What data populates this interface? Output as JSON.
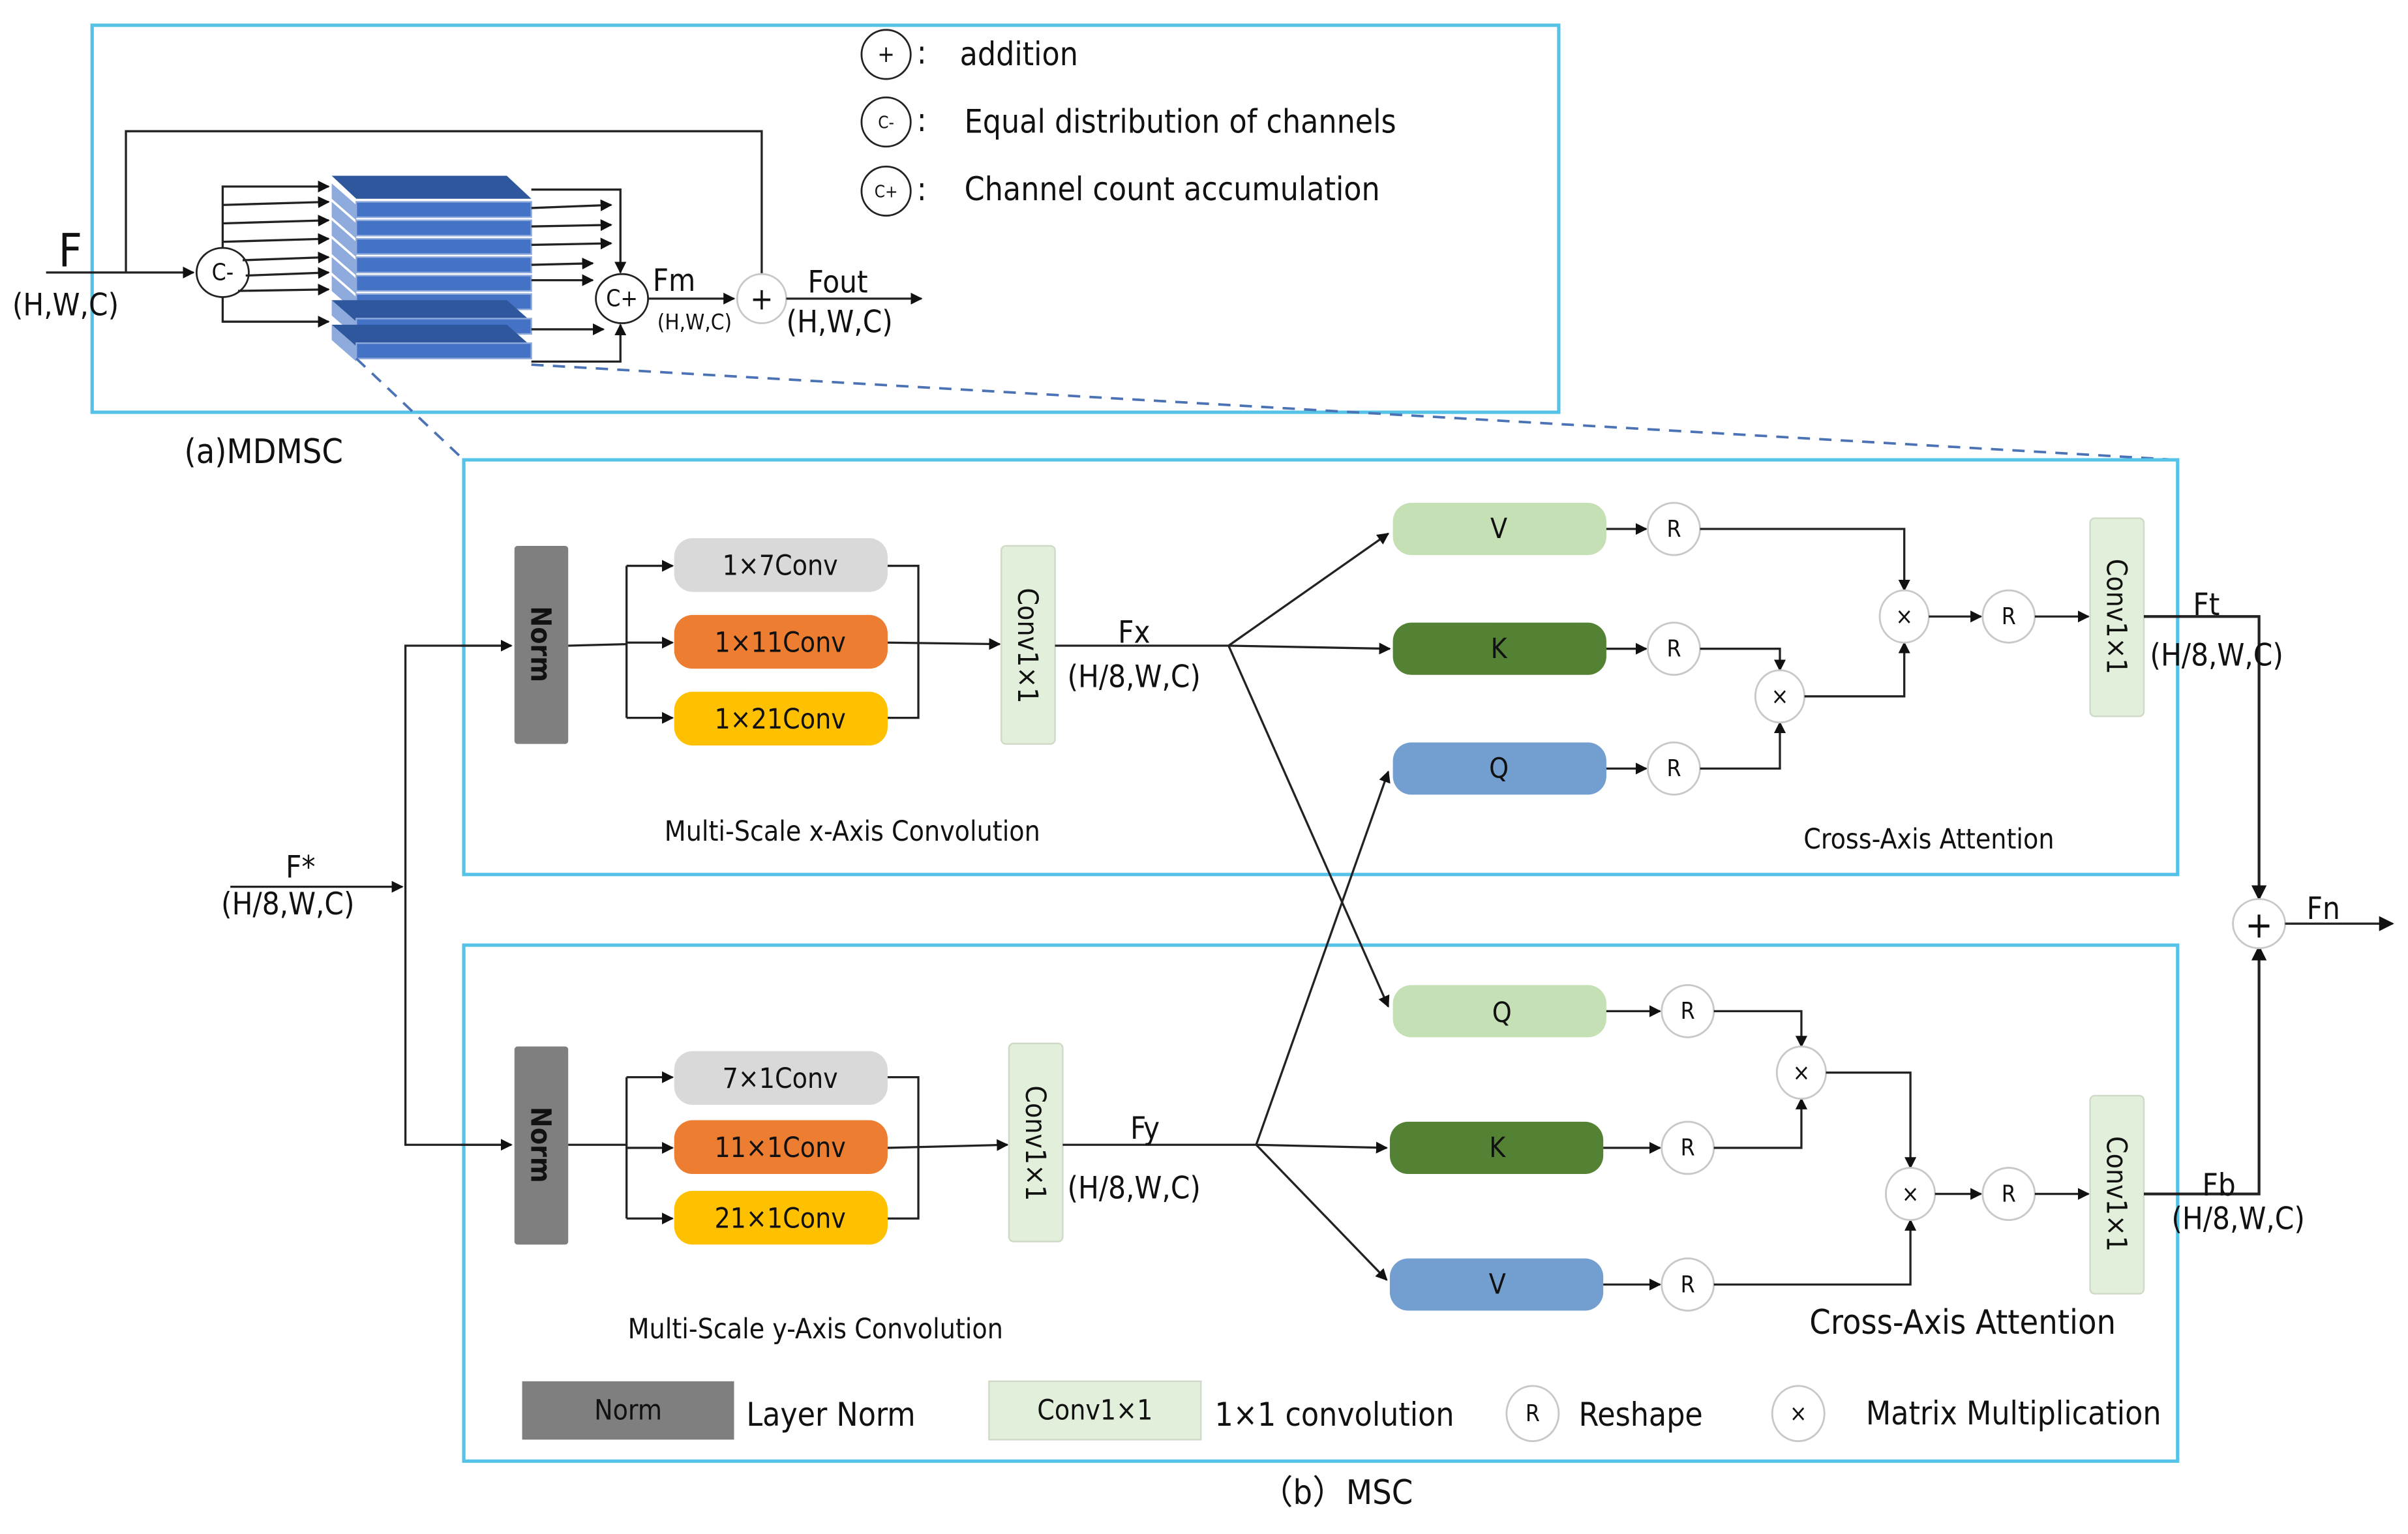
{
  "colors": {
    "frame": "#55c3e8",
    "norm": "#7f7f7f",
    "conv1x1": "#e2efda",
    "conv_small": "#d9d9d9",
    "conv_mid": "#ed7d31",
    "conv_large": "#ffc000",
    "v_top": "#c5e0b4",
    "k": "#548235",
    "q_top": "#729fcf",
    "stack_dark": "#2f579e",
    "stack_light": "#4472c4",
    "stack_side": "#8faadc",
    "dashed": "#4a72b5"
  },
  "mdmsc": {
    "caption": "(a)MDMSC",
    "input_label": "F",
    "input_shape": "(H,W,C)",
    "split_symbol": "C-",
    "merge_symbol": "C+",
    "add_symbol": "+",
    "mid_label": "Fm",
    "mid_shape": "(H,W,C)",
    "output_label": "Fout",
    "output_shape": "(H,W,C)",
    "legend": [
      {
        "symbol": "+",
        "text": "addition"
      },
      {
        "symbol": "C-",
        "text": "Equal distribution of channels"
      },
      {
        "symbol": "C+",
        "text": "Channel count accumulation"
      }
    ],
    "legend_sep": ":"
  },
  "msc": {
    "caption": "（b）MSC",
    "input_label": "F*",
    "input_shape": "(H/8,W,C)",
    "norm_label": "Norm",
    "conv1x1_label": "Conv1×1",
    "add_symbol": "+",
    "output_label": "Fn",
    "top": {
      "convs": [
        "1×7Conv",
        "1×11Conv",
        "1×21Conv"
      ],
      "section_title": "Multi-Scale x-Axis Convolution",
      "feat_label": "Fx",
      "feat_shape": "(H/8,W,C)",
      "attn_nodes": [
        "V",
        "K",
        "Q"
      ],
      "attn_title": "Cross-Axis Attention",
      "out_label": "Ft",
      "out_shape": "(H/8,W,C)"
    },
    "bottom": {
      "convs": [
        "7×1Conv",
        "11×1Conv",
        "21×1Conv"
      ],
      "section_title": "Multi-Scale y-Axis Convolution",
      "feat_label": "Fy",
      "feat_shape": "(H/8,W,C)",
      "attn_nodes": [
        "Q",
        "K",
        "V"
      ],
      "attn_title": "Cross-Axis Attention",
      "out_label": "Fb",
      "out_shape": "(H/8,W,C)"
    },
    "reshape_symbol": "R",
    "matmul_symbol": "×",
    "legend": {
      "norm_box": "Norm",
      "norm_text": "Layer Norm",
      "conv_box": "Conv1×1",
      "conv_text": "1×1 convolution",
      "reshape_symbol": "R",
      "reshape_text": "Reshape",
      "matmul_symbol": "×",
      "matmul_text": "Matrix Multiplication"
    }
  }
}
